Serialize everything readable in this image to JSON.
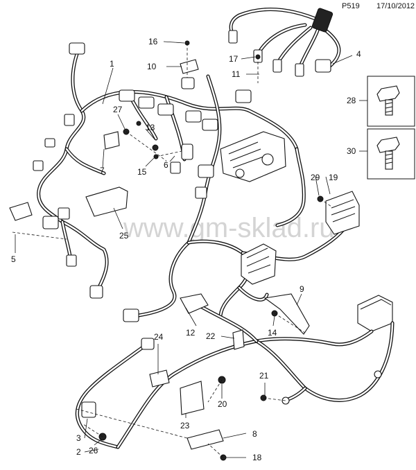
{
  "header": {
    "page_code": "P519",
    "date": "17/10/2012"
  },
  "watermark": "www.gm-sklad.ru",
  "callouts": {
    "c1": "1",
    "c2": "2",
    "c3": "3",
    "c4": "4",
    "c5": "5",
    "c6": "6",
    "c7": "7",
    "c8": "8",
    "c9": "9",
    "c10": "10",
    "c11": "11",
    "c12": "12",
    "c13": "13",
    "c14": "14",
    "c15": "15",
    "c16": "16",
    "c17": "17",
    "c18": "18",
    "c19": "19",
    "c20": "20",
    "c21": "21",
    "c22": "22",
    "c23": "23",
    "c24": "24",
    "c25": "25",
    "c26": "26",
    "c27": "27",
    "c28": "28",
    "c29": "29",
    "c30": "30"
  }
}
